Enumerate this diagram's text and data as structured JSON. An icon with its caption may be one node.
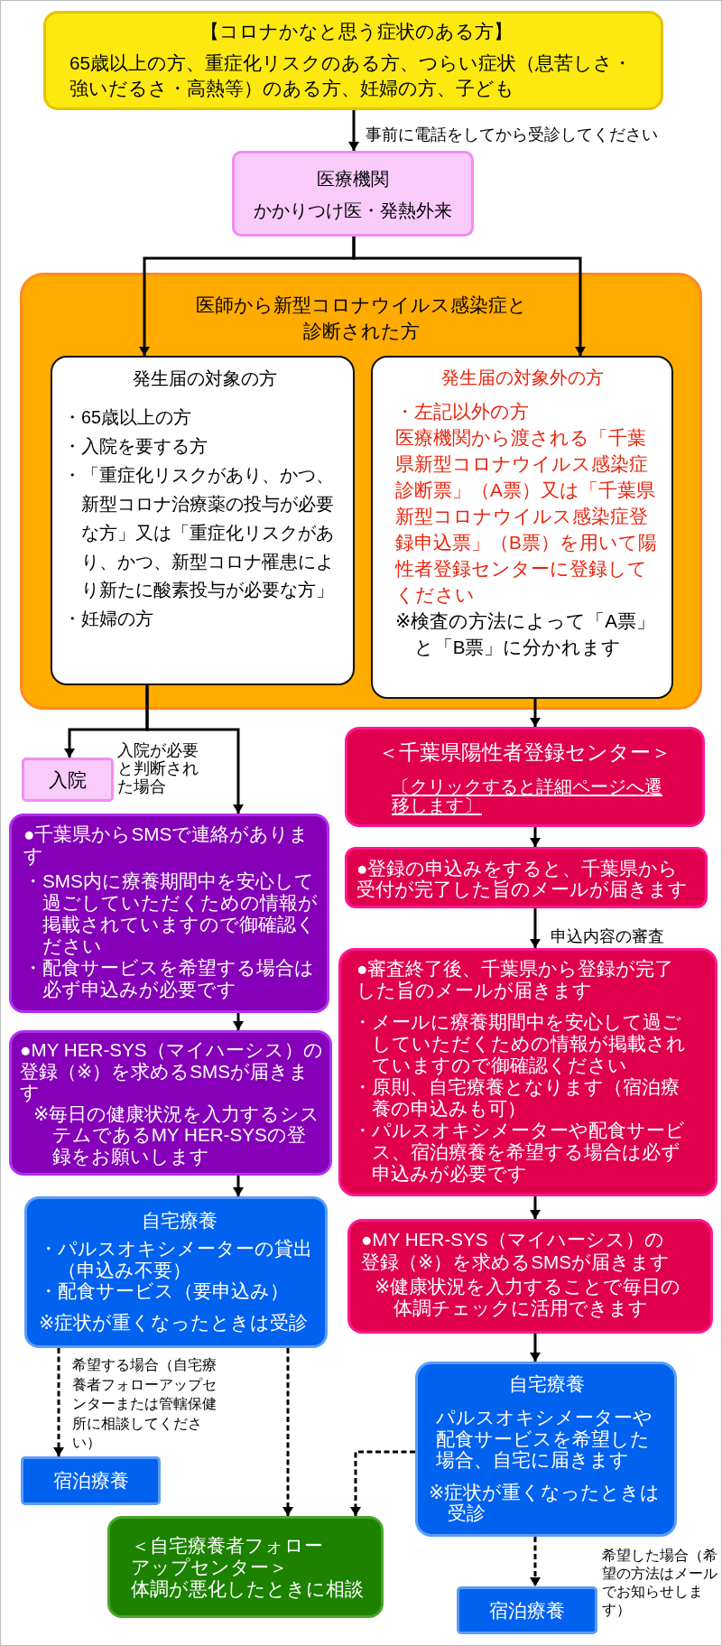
{
  "diagram": {
    "nodes": [
      {
        "text": [
          "【コロナかなと思う症状のある方】",
          "65歳以上の方、重症化リスクのある方、つらい症状（息苦しさ・強いだるさ・高熱等）のある方、妊婦の方、子ども"
        ]
      },
      {
        "text": [
          "医療機関",
          "かかりつけ医・発熱外来"
        ]
      },
      {
        "text": [
          "医師から新型コロナウイルス感染症と診断された方"
        ]
      },
      {
        "text": [
          "発生届の対象の方",
          "・65歳以上の方",
          "・入院を要する方",
          "・「重症化リスクがあり、かつ、新型コロナ治療薬の投与が必要な方」又は「重症化リスクがあり、かつ、新型コロナ罹患により新たに酸素投与が必要な方」",
          "・妊婦の方"
        ],
        "in": 2
      },
      {
        "text": [
          "発生届の対象外の方",
          "・左記以外の方",
          "医療機関から渡される「千葉県新型コロナウイルス感染症診断票」（A票）又は「千葉県新型コロナウイルス感染症登録申込票」（B票）を用いて陽性者登録センターに登録してください",
          "※検査の方法によって「A票」と「B票」に分かれます"
        ],
        "in": 2
      },
      {
        "text": [
          "入院"
        ]
      },
      {
        "text": [
          "●千葉県からSMSで連絡があります",
          "・SMS内に療養期間中を安心して過ごしていただくための情報が掲載されていますので御確認ください",
          "・配食サービスを希望する場合は必ず申込みが必要です"
        ]
      },
      {
        "text": [
          "●MY HER-SYS（マイハーシス）の登録（※）を求めるSMSが届きます",
          "※毎日の健康状況を入力するシステムであるMY HER-SYSの登録をお願いします"
        ]
      },
      {
        "text": [
          "自宅療養",
          "・パルスオキシメーターの貸出（申込み不要）",
          "・配食サービス（要申込み）",
          "※症状が重くなったときは受診"
        ]
      },
      {
        "text": [
          "宿泊療養"
        ]
      },
      {
        "text": [
          "＜千葉県陽性者登録センター＞",
          "〔クリックすると詳細ページへ遷移します〕"
        ]
      },
      {
        "text": [
          "●登録の申込みをすると、千葉県から受付が完了した旨のメールが届きます"
        ]
      },
      {
        "text": [
          "●審査終了後、千葉県から登録が完了した旨のメールが届きます",
          "・メールに療養期間中を安心して過ごしていただくための情報が掲載されていますので御確認ください",
          "・原則、自宅療養となります（宿泊療養の申込みも可）",
          "・パルスオキシメーターや配食サービス、宿泊療養を希望する場合は必ず申込みが必要です"
        ]
      },
      {
        "text": [
          "●MY HER-SYS（マイハーシス）の登録（※）を求めるSMSが届きます",
          "※健康状況を入力することで毎日の体調チェックに活用できます"
        ]
      },
      {
        "text": [
          "自宅療養",
          "パルスオキシメーターや配食サービスを希望した場合、自宅に届きます",
          "※症状が重くなったときは受診"
        ]
      },
      {
        "text": [
          "宿泊療養"
        ]
      },
      {
        "text": [
          "＜自宅療養者フォローアップセンター＞",
          "体調が悪化したときに相談"
        ]
      }
    ],
    "edges": [
      {
        "from": 0,
        "to": 1,
        "arrow": "to",
        "label": "事前に電話をしてから受診してください"
      },
      {
        "from": 1,
        "to": 3,
        "arrow": "to"
      },
      {
        "from": 1,
        "to": 4,
        "arrow": "to"
      },
      {
        "from": 3,
        "to": 5,
        "arrow": "to",
        "label": "入院が必要と判断された場合"
      },
      {
        "from": 3,
        "to": 6,
        "arrow": "to"
      },
      {
        "from": 6,
        "to": 7,
        "arrow": "to"
      },
      {
        "from": 7,
        "to": 8,
        "arrow": "to"
      },
      {
        "from": 8,
        "to": 9,
        "arrow": "to",
        "label": "希望する場合（自宅療養者フォローアップセンターまたは管轄保健所に相談してください）",
        "style": "dashed"
      },
      {
        "from": 8,
        "to": 16,
        "arrow": "to",
        "style": "dashed"
      },
      {
        "from": 4,
        "to": 10,
        "arrow": "to"
      },
      {
        "from": 10,
        "to": 11,
        "arrow": "to"
      },
      {
        "from": 11,
        "to": 12,
        "arrow": "to",
        "label": "申込内容の審査"
      },
      {
        "from": 12,
        "to": 13,
        "arrow": "to"
      },
      {
        "from": 13,
        "to": 14,
        "arrow": "to"
      },
      {
        "from": 14,
        "to": 16,
        "arrow": "to",
        "style": "dashed"
      },
      {
        "from": 14,
        "to": 15,
        "arrow": "to",
        "label": "希望した場合（希望の方法はメールでお知らせします）",
        "style": "dashed"
      }
    ]
  }
}
